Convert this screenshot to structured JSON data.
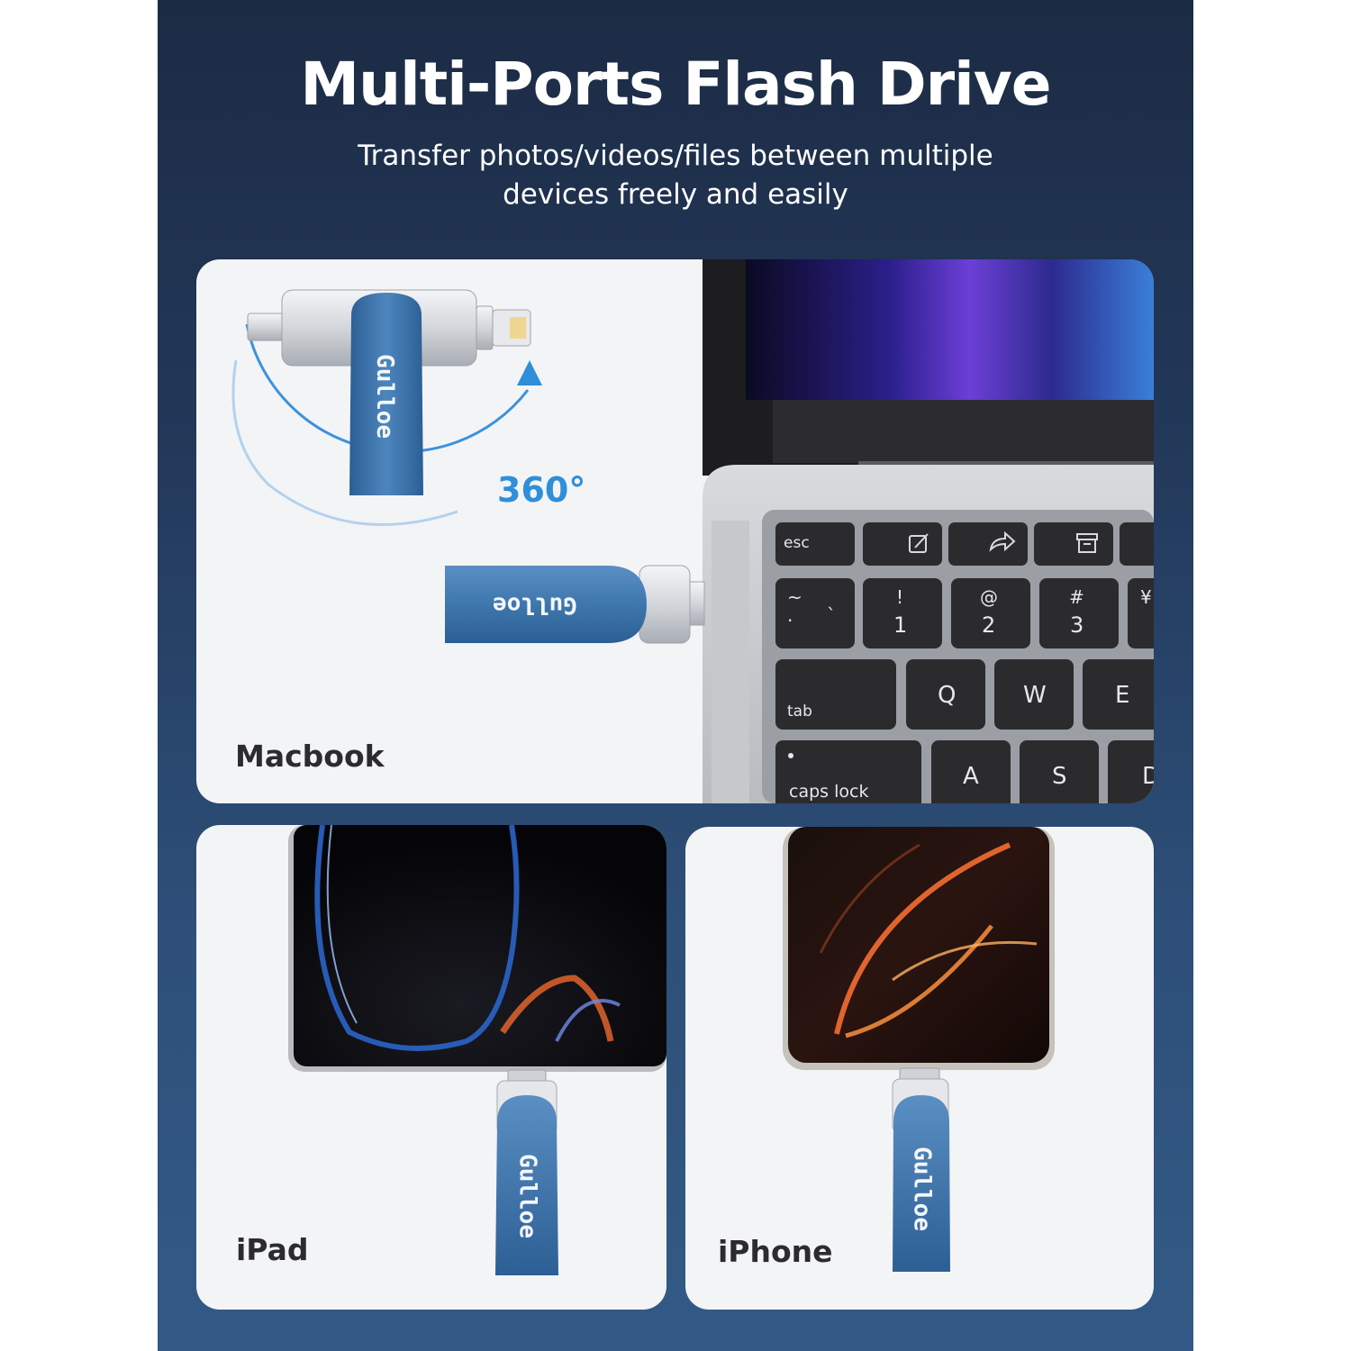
{
  "header": {
    "title": "Multi-Ports Flash Drive",
    "subtitle_line1": "Transfer photos/videos/files between multiple",
    "subtitle_line2": "devices freely and easily"
  },
  "brand": "Gulloe",
  "rotation_label": "360°",
  "devices": {
    "macbook": "Macbook",
    "ipad": "iPad",
    "iphone": "iPhone"
  },
  "keyboard": {
    "esc": "esc",
    "tilde": "~",
    "dot": "·",
    "backtick": "`",
    "excl": "!",
    "one": "1",
    "at": "@",
    "two": "2",
    "hash": "#",
    "three": "3",
    "yen": "¥",
    "tab": "tab",
    "q": "Q",
    "w": "W",
    "e": "E",
    "caps": "caps lock",
    "a": "A",
    "s": "S",
    "d": "D"
  },
  "colors": {
    "poster_top": "#1c2b44",
    "poster_bottom": "#335a86",
    "drive_blue": "#3e77ad",
    "accent_cyan": "#2f8fd8"
  },
  "icons": [
    "rotation-arrow-icon",
    "compose-icon",
    "share-icon",
    "archive-icon"
  ]
}
